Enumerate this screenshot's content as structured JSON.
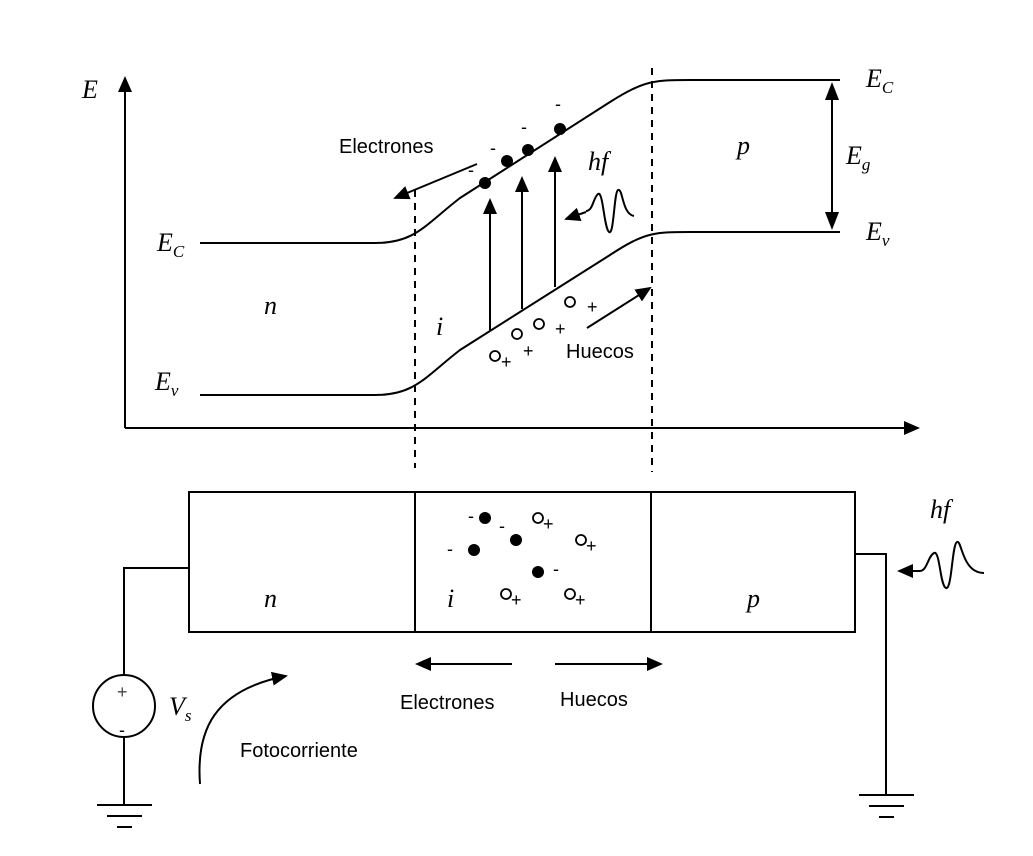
{
  "band_diagram": {
    "axis_label": "E",
    "ec_left": "E",
    "ec_left_sub": "C",
    "ev_left": "E",
    "ev_left_sub": "v",
    "ec_right": "E",
    "ec_right_sub": "C",
    "ev_right": "E",
    "ev_right_sub": "v",
    "eg": "E",
    "eg_sub": "g",
    "region_n": "n",
    "region_i": "i",
    "region_p": "p",
    "photon": "hf",
    "electrons_label": "Electrones",
    "holes_label": "Huecos",
    "minus": "-",
    "plus": "+"
  },
  "device": {
    "region_n": "n",
    "region_i": "i",
    "region_p": "p",
    "photon": "hf",
    "electrons_label": "Electrones",
    "holes_label": "Huecos",
    "source_label": "V",
    "source_sub": "s",
    "source_plus": "+",
    "source_minus": "-",
    "photocurrent_label": "Fotocorriente",
    "minus": "-",
    "plus": "+"
  }
}
